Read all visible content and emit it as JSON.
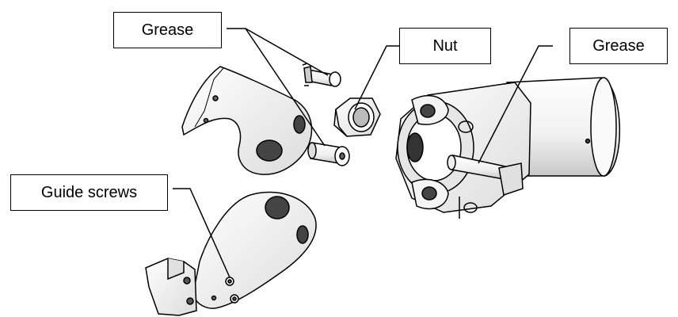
{
  "labels": {
    "grease_left": "Grease",
    "nut": "Nut",
    "grease_right": "Grease",
    "guide_screws": "Guide screws"
  },
  "colors": {
    "line": "#000000",
    "part_fill": "#f2f2f2",
    "part_shade": "#cfcfcf",
    "part_dark": "#555555"
  }
}
